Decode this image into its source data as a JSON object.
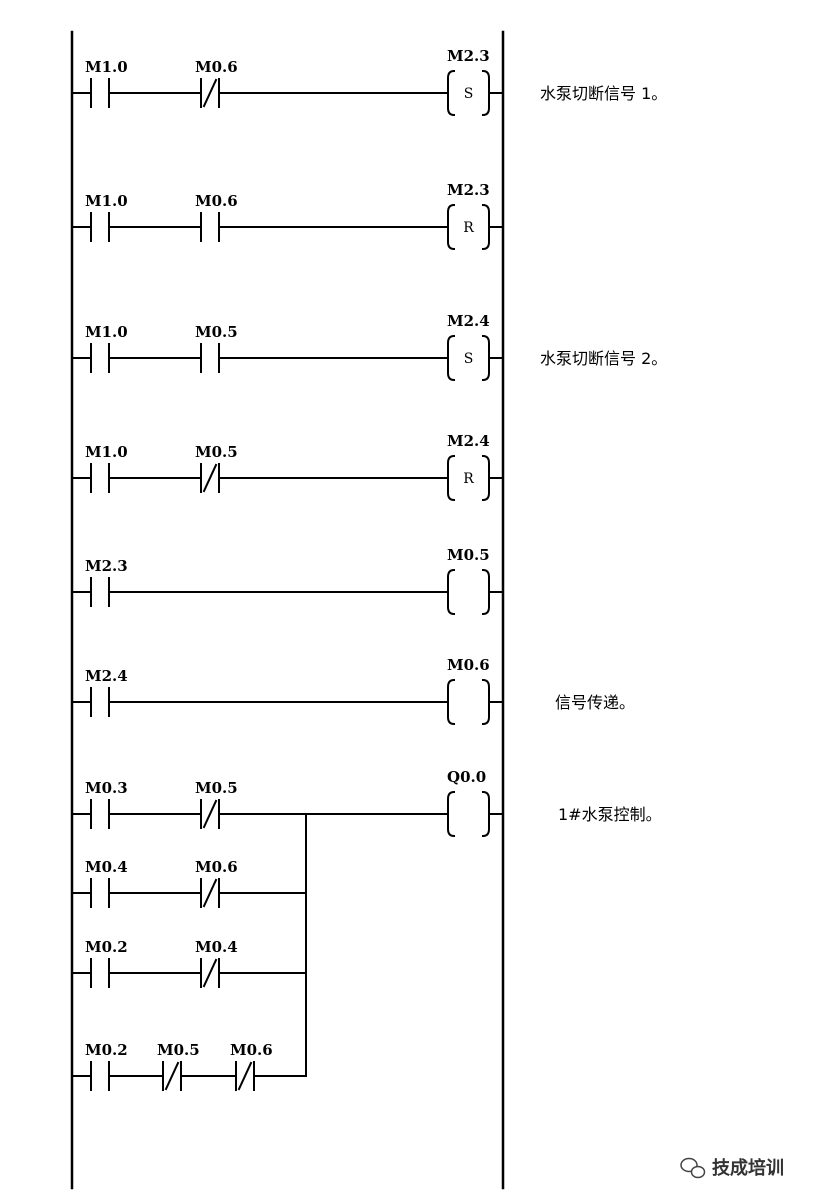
{
  "rungs": [
    {
      "contacts": [
        {
          "label": "M1.0",
          "type": "NO"
        },
        {
          "label": "M0.6",
          "type": "NC"
        }
      ],
      "coil": {
        "label": "M2.3",
        "letter": "S"
      },
      "comment": "水泵切断信号 1。"
    },
    {
      "contacts": [
        {
          "label": "M1.0",
          "type": "NO"
        },
        {
          "label": "M0.6",
          "type": "NO"
        }
      ],
      "coil": {
        "label": "M2.3",
        "letter": "R"
      },
      "comment": ""
    },
    {
      "contacts": [
        {
          "label": "M1.0",
          "type": "NO"
        },
        {
          "label": "M0.5",
          "type": "NO"
        }
      ],
      "coil": {
        "label": "M2.4",
        "letter": "S"
      },
      "comment": "水泵切断信号 2。"
    },
    {
      "contacts": [
        {
          "label": "M1.0",
          "type": "NO"
        },
        {
          "label": "M0.5",
          "type": "NC"
        }
      ],
      "coil": {
        "label": "M2.4",
        "letter": "R"
      },
      "comment": ""
    },
    {
      "contacts": [
        {
          "label": "M2.3",
          "type": "NO"
        }
      ],
      "coil": {
        "label": "M0.5",
        "letter": ""
      },
      "comment": ""
    },
    {
      "contacts": [
        {
          "label": "M2.4",
          "type": "NO"
        }
      ],
      "coil": {
        "label": "M0.6",
        "letter": ""
      },
      "comment": "信号传递。"
    }
  ],
  "output_rung": {
    "coil": {
      "label": "Q0.0",
      "letter": ""
    },
    "comment": "1#水泵控制。",
    "branches": [
      [
        {
          "label": "M0.3",
          "type": "NO"
        },
        {
          "label": "M0.5",
          "type": "NC"
        }
      ],
      [
        {
          "label": "M0.4",
          "type": "NO"
        },
        {
          "label": "M0.6",
          "type": "NC"
        }
      ],
      [
        {
          "label": "M0.2",
          "type": "NO"
        },
        {
          "label": "M0.4",
          "type": "NC"
        }
      ],
      [
        {
          "label": "M0.2",
          "type": "NO"
        },
        {
          "label": "M0.5",
          "type": "NC"
        },
        {
          "label": "M0.6",
          "type": "NC"
        }
      ]
    ]
  },
  "watermark": {
    "text": "技成培训",
    "icon": "wechat-icon"
  }
}
